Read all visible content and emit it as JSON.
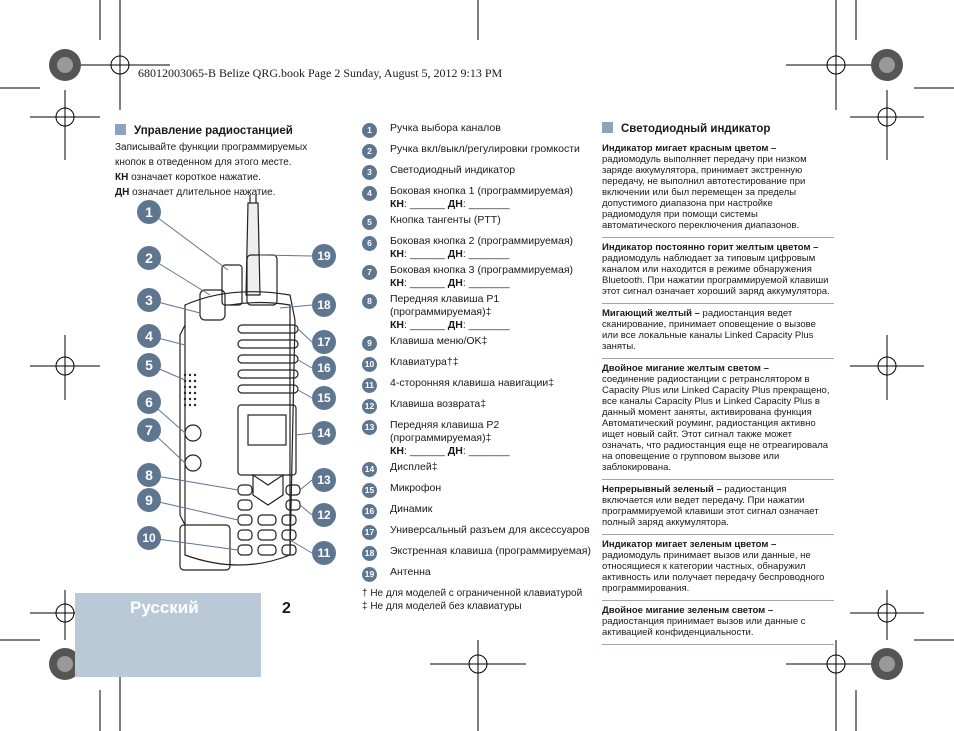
{
  "header": {
    "text": "68012003065-B Belize QRG.book  Page 2  Sunday, August 5, 2012  9:13 PM"
  },
  "left": {
    "title": "Управление радиостанцией",
    "intro": "Записывайте функции программируемых кнопок в отведенном для этого месте.",
    "kn_abbr": "КН",
    "kn_text": " означает короткое нажатие.",
    "dn_abbr": "ДН",
    "dn_text": " означает длительное нажатие."
  },
  "callouts": [
    "1",
    "2",
    "3",
    "4",
    "5",
    "6",
    "7",
    "8",
    "9",
    "10",
    "11",
    "12",
    "13",
    "14",
    "15",
    "16",
    "17",
    "18",
    "19"
  ],
  "controls": [
    {
      "n": "1",
      "label": "Ручка выбора каналов"
    },
    {
      "n": "2",
      "label": "Ручка вкл/выкл/регулировки громкости"
    },
    {
      "n": "3",
      "label": "Светодиодный индикатор"
    },
    {
      "n": "4",
      "label": "Боковая кнопка 1 (программируемая)",
      "kn": "КН",
      "kn_blank": ": ______ ",
      "dn": "ДН",
      "dn_blank": ": _______"
    },
    {
      "n": "5",
      "label": "Кнопка тангенты (PTT)"
    },
    {
      "n": "6",
      "label": "Боковая кнопка 2 (программируемая)",
      "kn": "КН",
      "kn_blank": ": ______ ",
      "dn": "ДН",
      "dn_blank": ": _______"
    },
    {
      "n": "7",
      "label": "Боковая кнопка 3 (программируемая)",
      "kn": "КН",
      "kn_blank": ": ______ ",
      "dn": "ДН",
      "dn_blank": ": _______"
    },
    {
      "n": "8",
      "label": "Передняя клавиша P1 (программируемая)‡",
      "kn": "КН",
      "kn_blank": ": ______ ",
      "dn": "ДН",
      "dn_blank": ": _______"
    },
    {
      "n": "9",
      "label": "Клавиша меню/OK‡"
    },
    {
      "n": "10",
      "label": "Клавиатура†‡"
    },
    {
      "n": "11",
      "label": "4-сторонняя клавиша навигации‡"
    },
    {
      "n": "12",
      "label": "Клавиша возврата‡"
    },
    {
      "n": "13",
      "label": "Передняя клавиша P2 (программируемая)‡",
      "kn": "КН",
      "kn_blank": ": ______ ",
      "dn": "ДН",
      "dn_blank": ": _______"
    },
    {
      "n": "14",
      "label": "Дисплей‡"
    },
    {
      "n": "15",
      "label": "Микрофон"
    },
    {
      "n": "16",
      "label": " Динамик"
    },
    {
      "n": "17",
      "label": "Универсальный разъем для аксессуаров"
    },
    {
      "n": "18",
      "label": "Экстренная клавиша (программируемая)"
    },
    {
      "n": "19",
      "label": "Антенна"
    }
  ],
  "footnotes": {
    "dagger": "† Не для моделей с ограниченной клавиатурой",
    "ddagger": "‡ Не для моделей без клавиатуры"
  },
  "right": {
    "title": "Светодиодный индикатор",
    "items": [
      {
        "head": "Индикатор мигает красным цветом –",
        "body": "радиомодуль выполняет передачу при низком заряде аккумулятора, принимает экстренную передачу, не выполнил автотестирование при включении или был перемещен за пределы допустимого диапазона при настройке радиомодуля при помощи системы автоматического переключения диапазонов."
      },
      {
        "head": "Индикатор постоянно горит желтым цветом –",
        "body": "радиомодуль наблюдает за типовым цифровым каналом или находится в режиме обнаружения Bluetooth. При нажатии программируемой клавиши этот сигнал означает хороший заряд аккумулятора."
      },
      {
        "head": "Мигающий желтый –",
        "body": " радиостанция ведет сканирование, принимает оповещение о вызове или все локальные каналы Linked Capacity Plus заняты."
      },
      {
        "head": "Двойное мигание желтым светом –",
        "body": "соединение радиостанции с ретранслятором в Capacity Plus или Linked Capacity Plus прекращено, все каналы Capacity Plus и Linked Capacity Plus в данный момент заняты, активирована функция Автоматический роуминг, радиостанция активно ищет новый сайт. Этот сигнал также может означать, что радиостанция еще не отреагировала на оповещение о групповом вызове или заблокирована."
      },
      {
        "head": "Непрерывный зеленый –",
        "body": " радиостанция включается или ведет передачу. При нажатии программируемой клавиши этот сигнал означает полный заряд аккумулятора."
      },
      {
        "head": "Индикатор мигает зеленым цветом –",
        "body": "радиомодуль принимает вызов или данные, не относящиеся к категории частных, обнаружил активность или получает передачу беспроводного программирования."
      },
      {
        "head": "Двойное мигание зеленым светом –",
        "body": "радиостанция принимает вызов или данные с активацией конфиденциальности."
      }
    ]
  },
  "footer": {
    "language": "Русский",
    "page_number": "2"
  },
  "colors": {
    "accent": "#5f7690",
    "square": "#8da4c0",
    "band": "#b9c9d8"
  }
}
